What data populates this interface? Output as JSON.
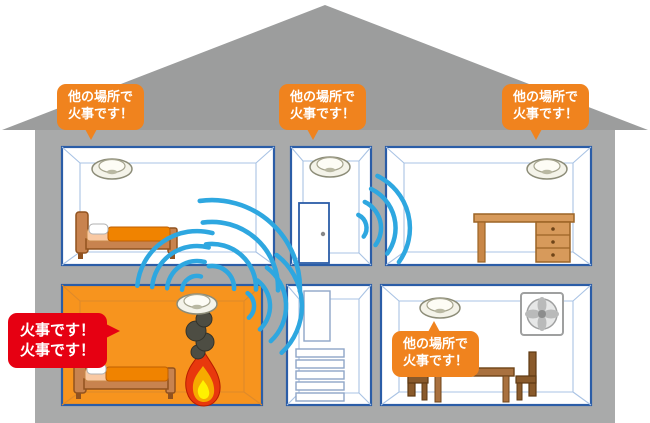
{
  "bubbles": [
    {
      "id": "alert-upstairs-left",
      "lines": [
        "他の場所で",
        "火事です！"
      ]
    },
    {
      "id": "alert-upstairs-middle",
      "lines": [
        "他の場所で",
        "火事です！"
      ]
    },
    {
      "id": "alert-upstairs-right",
      "lines": [
        "他の場所で",
        "火事です！"
      ]
    },
    {
      "id": "alert-downstairs-right",
      "lines": [
        "他の場所で",
        "火事です！"
      ]
    },
    {
      "id": "alert-fire-room",
      "lines": [
        "火事です！",
        "火事です！"
      ]
    }
  ],
  "colors": {
    "bubble_orange": "#F0831E",
    "bubble_red": "#E60012",
    "fire_room": "#F7941E",
    "signal": "#2EA7E0",
    "wall": "#A9AAAA",
    "roof": "#9C9D9D",
    "outline": "#2B5DA7"
  }
}
